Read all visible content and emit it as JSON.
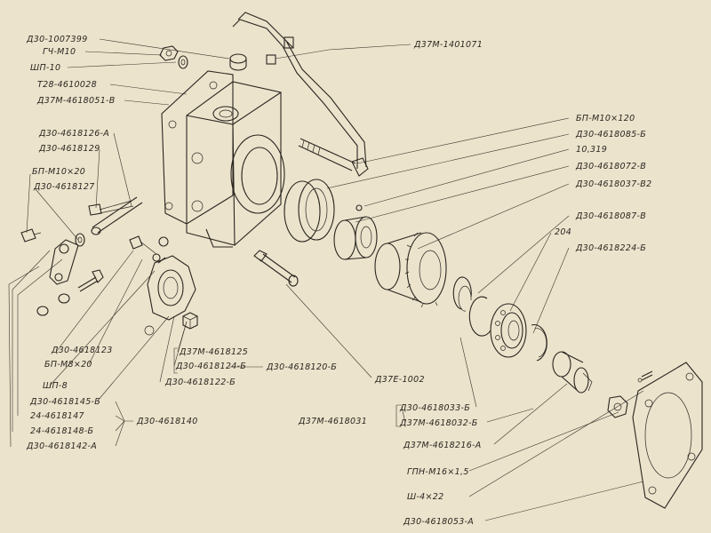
{
  "labels": {
    "l01": "Д30-1007399",
    "l02": "ГЧ-М10",
    "l03": "ШП-10",
    "l04": "Т28-4610028",
    "l05": "Д37М-4618051-В",
    "l06": "Д30-4618126-А",
    "l07": "Д30-4618129",
    "l08": "БП-М10×20",
    "l09": "Д30-4618127",
    "l10": "Д37М-1401071",
    "l11": "БП-М10×120",
    "l12": "Д30-4618085-Б",
    "l13": "10,319",
    "l14": "Д30-4618072-В",
    "l15": "Д30-4618037-В2",
    "l16": "Д30-4618087-В",
    "l17": "204",
    "l18": "Д30-4618224-Б",
    "l19": "Д30-4618123",
    "l20": "БП-М8×20",
    "l21": "ШП-8",
    "l22": "Д30-4618145-Б",
    "l23": "24-4618147",
    "l24": "24-4618148-Б",
    "l25": "Д30-4618142-А",
    "l26": "Д30-4618140",
    "l27": "Д37М-4618125",
    "l28": "Д30-4618124-Б",
    "l29": "Д30-4618122-Б",
    "l30": "Д30-4618120-Б",
    "l31": "Д37Е-1002",
    "l32": "Д37М-4618031",
    "l33": "Д30-4618033-Б",
    "l34": "Д37М-4618032-Б",
    "l35": "Д37М-4618216-А",
    "l36": "ГПН-М16×1,5",
    "l37": "Ш-4×22",
    "l38": "Д30-4618053-А"
  }
}
